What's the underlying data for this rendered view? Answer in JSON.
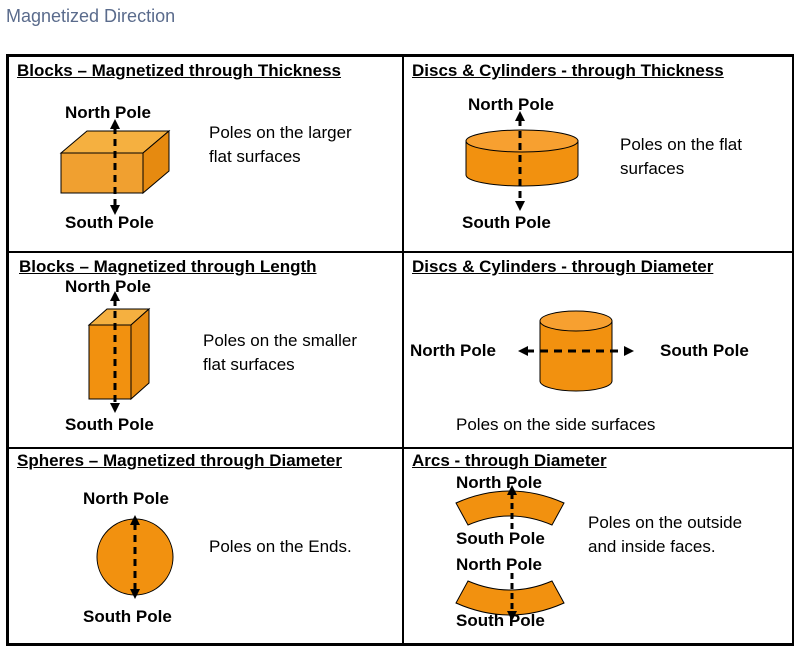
{
  "page": {
    "title": "Magnetized Direction"
  },
  "colors": {
    "orange": "#f2910f",
    "orange_dark": "#c06a00",
    "speckle": "#e8a030"
  },
  "cells": [
    {
      "heading": "Blocks – Magnetized through Thickness",
      "north": "North Pole",
      "south": "South Pole",
      "desc_lines": [
        "Poles on the larger",
        "flat surfaces"
      ]
    },
    {
      "heading": "Discs & Cylinders - through Thickness",
      "north": "North Pole",
      "south": "South Pole",
      "desc_lines": [
        "Poles on the flat",
        "surfaces"
      ]
    },
    {
      "heading": "Blocks – Magnetized through Length",
      "north": "North Pole",
      "south": "South Pole",
      "desc_lines": [
        "Poles on the smaller",
        "flat surfaces"
      ]
    },
    {
      "heading": "Discs & Cylinders - through Diameter",
      "north": "North Pole",
      "south": "South Pole",
      "desc_lines": [
        "Poles on the side surfaces"
      ]
    },
    {
      "heading": "Spheres – Magnetized through Diameter",
      "north": "North Pole",
      "south": "South Pole",
      "desc_lines": [
        "Poles on the Ends."
      ]
    },
    {
      "heading": "Arcs - through Diameter",
      "north": "North Pole",
      "south": "South Pole",
      "north2": "North Pole",
      "south2": "South Pole",
      "desc_lines": [
        "Poles on the outside",
        "and inside faces."
      ]
    }
  ]
}
